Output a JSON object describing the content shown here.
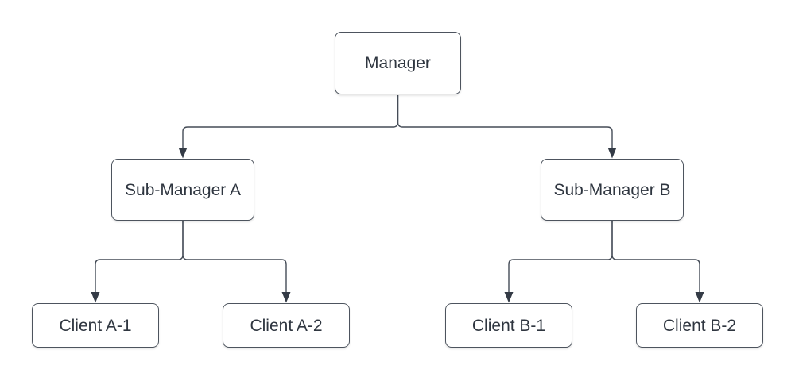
{
  "diagram": {
    "type": "org-chart",
    "colors": {
      "background": "#ffffff",
      "box_fill": "#ffffff",
      "box_border": "#4d545e",
      "line": "#454c57",
      "arrowhead": "#343b46",
      "text": "#2f3640"
    },
    "nodes": {
      "manager": {
        "label": "Manager"
      },
      "sub_manager_a": {
        "label": "Sub-Manager A"
      },
      "sub_manager_b": {
        "label": "Sub-Manager B"
      },
      "client_a1": {
        "label": "Client A-1"
      },
      "client_a2": {
        "label": "Client A-2"
      },
      "client_b1": {
        "label": "Client B-1"
      },
      "client_b2": {
        "label": "Client B-2"
      }
    },
    "edges": [
      {
        "from": "Manager",
        "to": "Sub-Manager A"
      },
      {
        "from": "Manager",
        "to": "Sub-Manager B"
      },
      {
        "from": "Sub-Manager A",
        "to": "Client A-1"
      },
      {
        "from": "Sub-Manager A",
        "to": "Client A-2"
      },
      {
        "from": "Sub-Manager B",
        "to": "Client B-1"
      },
      {
        "from": "Sub-Manager B",
        "to": "Client B-2"
      }
    ]
  }
}
